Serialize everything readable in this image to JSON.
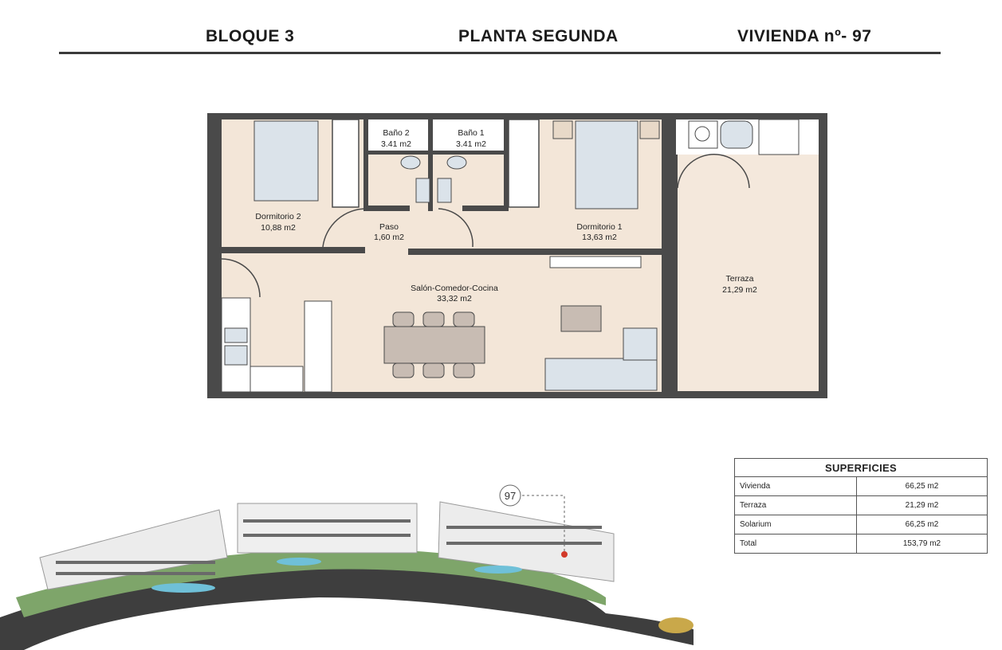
{
  "header": {
    "block": "BLOQUE 3",
    "floor": "PLANTA SEGUNDA",
    "unit": "VIVIENDA nº- 97"
  },
  "rooms": [
    {
      "name": "Dormitorio 2",
      "area": "10,88 m2"
    },
    {
      "name": "Baño 2",
      "area": "3.41 m2"
    },
    {
      "name": "Baño 1",
      "area": "3.41 m2"
    },
    {
      "name": "Paso",
      "area": "1,60 m2"
    },
    {
      "name": "Dormitorio 1",
      "area": "13,63 m2"
    },
    {
      "name": "Terraza",
      "area": "21,29 m2"
    },
    {
      "name": "Salón-Comedor-Cocina",
      "area": "33,32 m2"
    }
  ],
  "superficies": {
    "title": "SUPERFICIES",
    "rows": [
      {
        "label": "Vivienda",
        "value": "66,25 m2"
      },
      {
        "label": "Terraza",
        "value": "21,29 m2"
      },
      {
        "label": "Solarium",
        "value": "66,25 m2"
      },
      {
        "label": "Total",
        "value": "153,79 m2"
      }
    ]
  },
  "aerial": {
    "marker": "97"
  },
  "colors": {
    "wall": "#4a4a4a",
    "floor": "#f3e6d8",
    "terrace": "#f4e8dc",
    "furniture": "#dbe3ea",
    "table": "#c8bcb3",
    "marker_line": "#666666"
  }
}
